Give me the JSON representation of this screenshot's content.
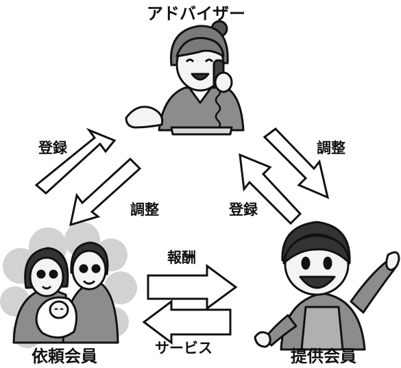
{
  "nodes": {
    "advisor": {
      "label": "アドバイザー"
    },
    "requester": {
      "label": "依頼会員"
    },
    "provider": {
      "label": "提供会員"
    }
  },
  "edges": {
    "requester_to_advisor": {
      "label": "登録"
    },
    "advisor_to_requester": {
      "label": "調整"
    },
    "advisor_to_provider": {
      "label": "調整"
    },
    "provider_to_advisor": {
      "label": "登録"
    },
    "requester_to_provider": {
      "label": "報酬"
    },
    "provider_to_requester": {
      "label": "サービス"
    }
  },
  "colors": {
    "outline": "#111111",
    "arrow_fill": "#ffffff",
    "shading": "#b8b8b8",
    "light_shading": "#d9d9d9"
  }
}
